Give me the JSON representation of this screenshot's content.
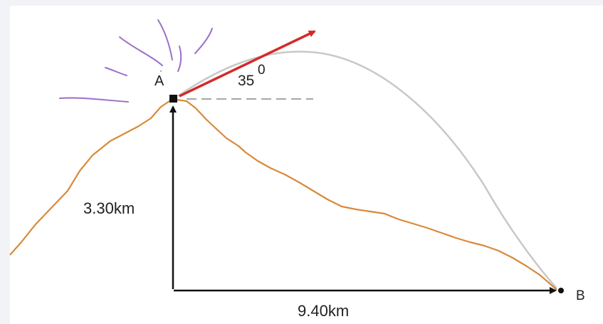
{
  "labels": {
    "point_a": "A",
    "point_b": "B",
    "angle_value": "35",
    "angle_unit": "0",
    "height": "3.30km",
    "distance": "9.40km"
  },
  "colors": {
    "terrain": "#d9893a",
    "velocity_arrow": "#d42a2a",
    "trajectory": "#c8c8c8",
    "eruption_lines": "#9b6fc8",
    "measure_arrows": "#111111",
    "panel_background": "#f2f3f7"
  }
}
